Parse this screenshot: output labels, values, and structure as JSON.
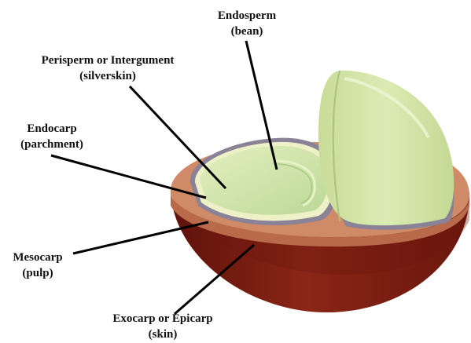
{
  "diagram": {
    "labels": {
      "endosperm": {
        "name": "Endosperm",
        "detail": "(bean)"
      },
      "perisperm": {
        "name": "Perisperm or Intergument",
        "detail": "(silverskin)"
      },
      "endocarp": {
        "name": "Endocarp",
        "detail": "(parchment)"
      },
      "mesocarp": {
        "name": "Mesocarp",
        "detail": "(pulp)"
      },
      "exocarp": {
        "name": "Exocarp or Epicarp",
        "detail": "(skin)"
      }
    },
    "colors": {
      "skin": "#7d1d12",
      "skin_dark": "#5a1008",
      "pulp": "#cf8a67",
      "parchment": "#8a8296",
      "silverskin": "#eef0c8",
      "bean": "#c3df9c",
      "bean_light": "#d8ecb4",
      "leader_line": "#000000"
    }
  }
}
